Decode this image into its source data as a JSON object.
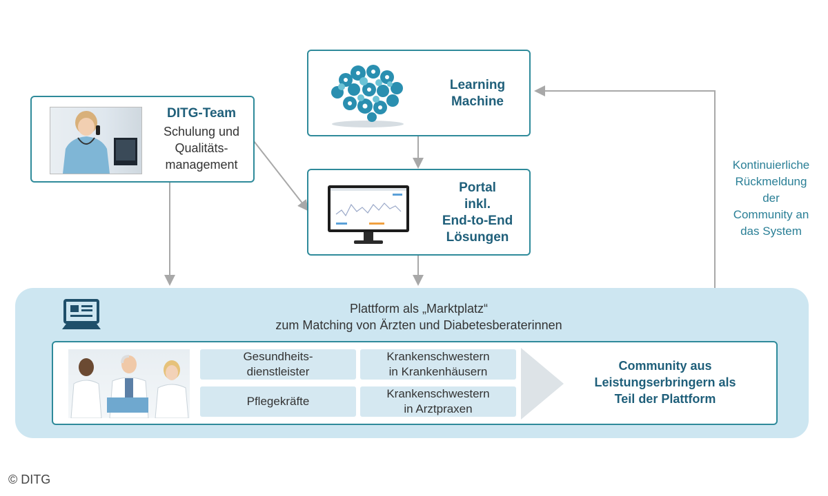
{
  "ditg_team": {
    "title": "DITG-Team",
    "line1": "Schulung und",
    "line2": "Qualitäts-",
    "line3": "management"
  },
  "learning_machine": {
    "line1": "Learning",
    "line2": "Machine"
  },
  "portal": {
    "line1": "Portal",
    "line2": "inkl.",
    "line3": "End-to-End",
    "line4": "Lösungen"
  },
  "feedback": {
    "line1": "Kontinuierliche",
    "line2": "Rückmeldung",
    "line3": "der",
    "line4": "Community an",
    "line5": "das System"
  },
  "platform": {
    "line1": "Plattform als „Marktplatz“",
    "line2": "zum Matching von Ärzten und Diabetesberaterinnen"
  },
  "cells": {
    "c1_line1": "Gesundheits-",
    "c1_line2": "dienstleister",
    "c2_line1": "Krankenschwestern",
    "c2_line2": "in Krankenhäusern",
    "c3": "Pflegekräfte",
    "c4_line1": "Krankenschwestern",
    "c4_line2": "in Arztpraxen"
  },
  "community": {
    "line1": "Community  aus",
    "line2": "Leistungserbringern als",
    "line3": "Teil der Plattform"
  },
  "copyright": "© DITG",
  "colors": {
    "teal_border": "#2e8a9a",
    "heading_text": "#1f5f7a",
    "feedback_text": "#2a7f96",
    "platform_bg": "#cde6f1",
    "cell_bg": "#d5e8f1",
    "arrow": "#a0a0a0"
  }
}
